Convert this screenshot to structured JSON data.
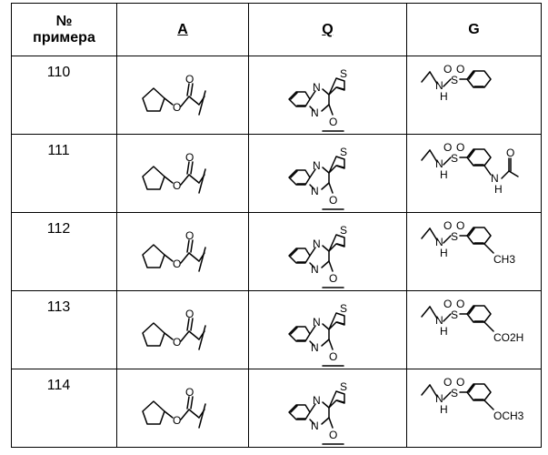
{
  "header": {
    "col_number_line1": "№",
    "col_number_line2": "примера",
    "col_a": "A",
    "col_q": "Q",
    "col_g": "G"
  },
  "labels": {
    "o": "O",
    "n": "N",
    "s": "S",
    "nh_n": "N",
    "nh_h": "H"
  },
  "rows": [
    {
      "number": "110",
      "a_icon": "cyclopentyl-oxycarbonyl-structure-icon",
      "q_icon": "thienyl-quinoxalinyl-oxy-structure-icon",
      "g_icon": "benzenesulfonylamino-structure-icon",
      "g_substituent": ""
    },
    {
      "number": "111",
      "a_icon": "cyclopentyl-oxycarbonyl-structure-icon",
      "q_icon": "thienyl-quinoxalinyl-oxy-structure-icon",
      "g_icon": "acetamido-benzenesulfonylamino-structure-icon",
      "g_substituent": ""
    },
    {
      "number": "112",
      "a_icon": "cyclopentyl-oxycarbonyl-structure-icon",
      "q_icon": "thienyl-quinoxalinyl-oxy-structure-icon",
      "g_icon": "tolylsulfonylamino-structure-icon",
      "g_substituent": "CH3"
    },
    {
      "number": "113",
      "a_icon": "cyclopentyl-oxycarbonyl-structure-icon",
      "q_icon": "thienyl-quinoxalinyl-oxy-structure-icon",
      "g_icon": "carboxy-benzenesulfonylamino-structure-icon",
      "g_substituent": "CO2H"
    },
    {
      "number": "114",
      "a_icon": "cyclopentyl-oxycarbonyl-structure-icon",
      "q_icon": "thienyl-quinoxalinyl-oxy-structure-icon",
      "g_icon": "methoxy-benzenesulfonylamino-structure-icon",
      "g_substituent": "OCH3"
    }
  ]
}
